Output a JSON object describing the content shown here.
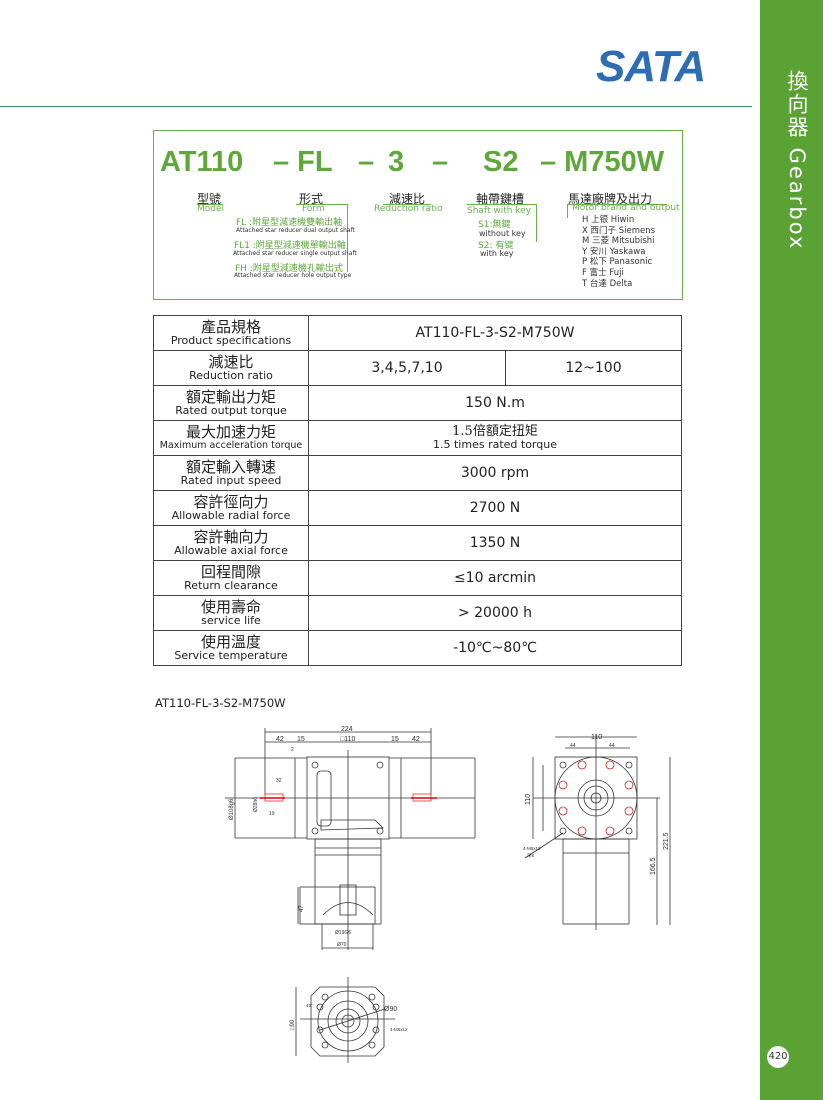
{
  "logo": "SATA",
  "sidebar": {
    "title": "換向器 Gearbox",
    "page_number": "420"
  },
  "code": {
    "parts": [
      "AT110",
      "– FL",
      "–",
      "3",
      "–",
      "S2",
      "– M750W"
    ],
    "model": {
      "zh": "型號",
      "en": "Model"
    },
    "form": {
      "zh": "形式",
      "en": "Form",
      "options": [
        {
          "zh": "FL :附星型減速機雙輸出軸",
          "en": "Attached star reducer dual output shaft"
        },
        {
          "zh": "FL1 :附星型減速機單輸出軸",
          "en": "Attached star reducer single output shaft"
        },
        {
          "zh": "FH :附星型減速機孔輸出式",
          "en": "Attached star reducer hole output type"
        }
      ]
    },
    "ratio": {
      "zh": "減速比",
      "en": "Reduction ratio"
    },
    "shaft": {
      "zh": "軸帶鍵槽",
      "en": "Shaft with key",
      "options": [
        {
          "zh": "S1:無鍵",
          "en": "without key"
        },
        {
          "zh": "S2: 有键",
          "en": "with key"
        }
      ]
    },
    "motor": {
      "zh": "馬達廠牌及出力",
      "en": "Motor brand and output",
      "brands": [
        "H 上银  Hiwin",
        "X 西门子  Siemens",
        "M 三菱 Mitsubishi",
        "Y 安川 Yaskawa",
        "P 松下 Panasonic",
        "F 富士 Fuji",
        "T 台達 Delta"
      ]
    }
  },
  "spec_table": [
    {
      "zh": "產品規格",
      "en": "Product specifications",
      "value": "AT110-FL-3-S2-M750W"
    },
    {
      "zh": "減速比",
      "en": "Reduction ratio",
      "value": "3,4,5,7,10",
      "value2": "12~100"
    },
    {
      "zh": "額定輸出力矩",
      "en": "Rated output torque",
      "value": "150 N.m"
    },
    {
      "zh": "最大加速力矩",
      "en": "Maximum acceleration torque",
      "value": "1.5倍額定扭矩",
      "value_en": "1.5 times rated torque"
    },
    {
      "zh": "額定輸入轉速",
      "en": "Rated input speed",
      "value": "3000 rpm"
    },
    {
      "zh": "容許徑向力",
      "en": "Allowable radial force",
      "value": "2700 N"
    },
    {
      "zh": "容許軸向力",
      "en": "Allowable axial force",
      "value": "1350 N"
    },
    {
      "zh": "回程間隙",
      "en": "Return clearance",
      "value": "≤10 arcmin"
    },
    {
      "zh": "使用壽命",
      "en": "service life",
      "value": "> 20000 h"
    },
    {
      "zh": "使用溫度",
      "en": "Service temperature",
      "value": "-10℃~80℃"
    }
  ],
  "drawing": {
    "caption": "AT110-FL-3-S2-M750W",
    "front": {
      "overall": "224",
      "side_left": "42",
      "gap_left": "15",
      "center": "□110",
      "gap_right": "15",
      "side_right": "42",
      "step": "2",
      "key_len": "32",
      "key_off": "19",
      "shaft_dia": "Ø108g6",
      "shaft_small": "Ø28h6",
      "height": "47",
      "flange1": "Ø19G6",
      "flange2": "Ø70"
    },
    "side": {
      "width": "110",
      "half_l": "44",
      "half_r": "44",
      "height": "110",
      "bolt": "4-M8x16",
      "depth": "深8",
      "dim1": "166.5",
      "dim2": "221.5"
    },
    "bottom": {
      "square": "□90",
      "pcd": "Ø90",
      "angle": "45°",
      "thread": "4-M6x12"
    }
  },
  "colors": {
    "green": "#5aa233",
    "code_green": "#5ea83a",
    "logo_blue": "#2e6db4"
  }
}
